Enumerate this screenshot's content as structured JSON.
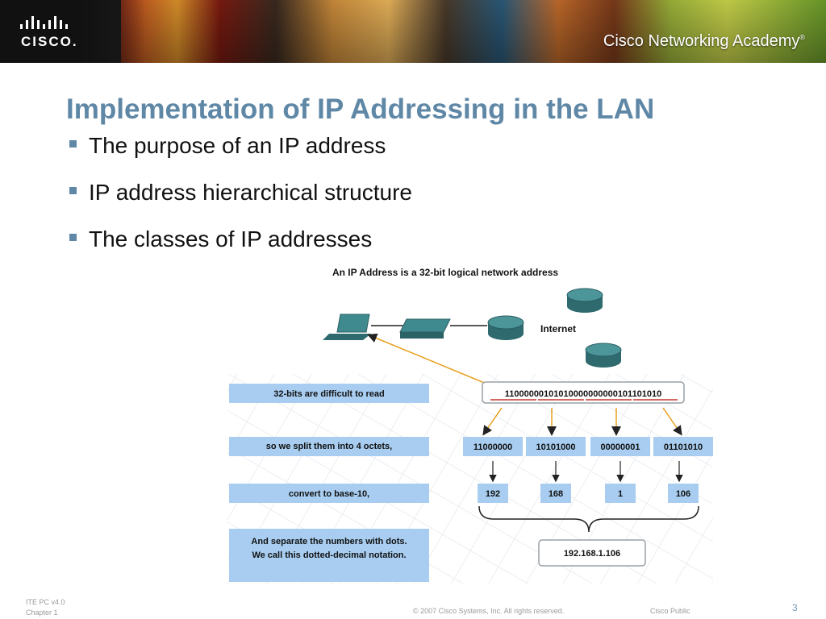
{
  "header": {
    "logo_text": "CISCO.",
    "academy": "Cisco Networking Academy",
    "academy_mark": "®"
  },
  "slide": {
    "title": "Implementation of IP Addressing in the LAN",
    "bullets": [
      "The purpose of an IP address",
      "IP address hierarchical structure",
      "The classes of IP addresses"
    ]
  },
  "diagram": {
    "caption": "An IP Address is a 32-bit logical network address",
    "internet_label": "Internet",
    "steps": [
      "32-bits are difficult to read",
      "so we split them into 4 octets,",
      "convert to base-10,",
      "And separate the numbers with dots.",
      "We call this dotted-decimal notation."
    ],
    "binary": "11000000101010000000000101101010",
    "octets": [
      "11000000",
      "10101000",
      "00000001",
      "01101010"
    ],
    "decimals": [
      "192",
      "168",
      "1",
      "106"
    ],
    "dotted": "192.168.1.106",
    "colors": {
      "box": "#a8cdf0",
      "arrow": "#e8a020",
      "underline": "#c0392b"
    }
  },
  "footer": {
    "course": "ITE PC v4.0",
    "chapter": "Chapter 1",
    "copyright": "© 2007 Cisco Systems, Inc. All rights reserved.",
    "classification": "Cisco Public",
    "page": "3"
  }
}
